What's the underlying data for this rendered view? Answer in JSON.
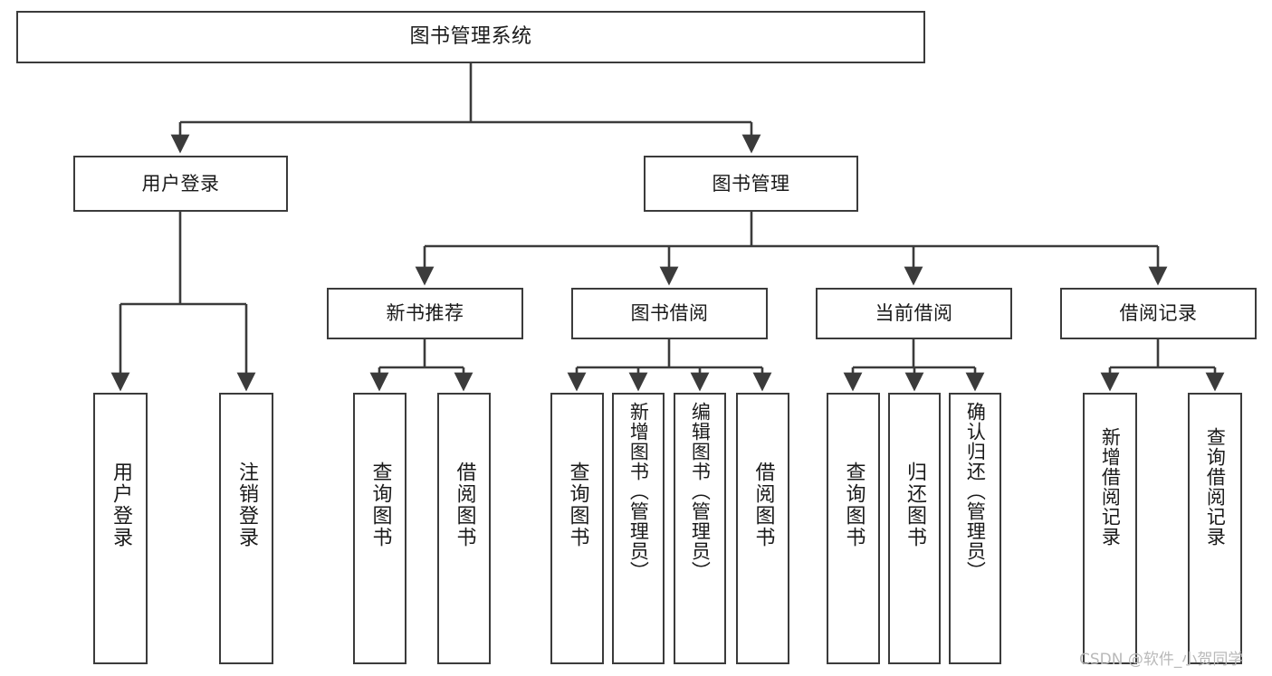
{
  "diagram": {
    "title": "图书管理系统",
    "type": "tree-hierarchy",
    "watermark": "CSDN @软件_小贺同学",
    "colors": {
      "background": "#ffffff",
      "box_border": "#3b3b3b",
      "box_fill": "#ffffff",
      "connector": "#3b3b3b",
      "text": "#1a1a1a",
      "watermark": "#b9b9b9"
    },
    "nodes": {
      "root": {
        "label": "图书管理系统"
      },
      "level2": [
        {
          "id": "user-login",
          "label": "用户登录"
        },
        {
          "id": "book-manage",
          "label": "图书管理"
        }
      ],
      "level3": [
        {
          "id": "new-book-recommend",
          "label": "新书推荐"
        },
        {
          "id": "book-borrow",
          "label": "图书借阅"
        },
        {
          "id": "current-borrow",
          "label": "当前借阅"
        },
        {
          "id": "borrow-record",
          "label": "借阅记录"
        }
      ],
      "leaves": {
        "user_login": [
          {
            "id": "leaf-user-login",
            "label": "用户登录"
          },
          {
            "id": "leaf-logout-login",
            "label": "注销登录"
          }
        ],
        "new_book_recommend": [
          {
            "id": "leaf-query-book-1",
            "label": "查询图书"
          },
          {
            "id": "leaf-borrow-book-1",
            "label": "借阅图书"
          }
        ],
        "book_borrow": [
          {
            "id": "leaf-query-book-2",
            "label": "查询图书"
          },
          {
            "id": "leaf-add-book",
            "label": "新增图书（管理员）"
          },
          {
            "id": "leaf-edit-book",
            "label": "编辑图书（管理员）"
          },
          {
            "id": "leaf-borrow-book-2",
            "label": "借阅图书"
          }
        ],
        "current_borrow": [
          {
            "id": "leaf-query-book-3",
            "label": "查询图书"
          },
          {
            "id": "leaf-return-book",
            "label": "归还图书"
          },
          {
            "id": "leaf-confirm-return",
            "label": "确认归还（管理员）"
          }
        ],
        "borrow_record": [
          {
            "id": "leaf-add-borrow-record",
            "label": "新增借阅记录"
          },
          {
            "id": "leaf-query-borrow-record",
            "label": "查询借阅记录"
          }
        ]
      }
    }
  }
}
